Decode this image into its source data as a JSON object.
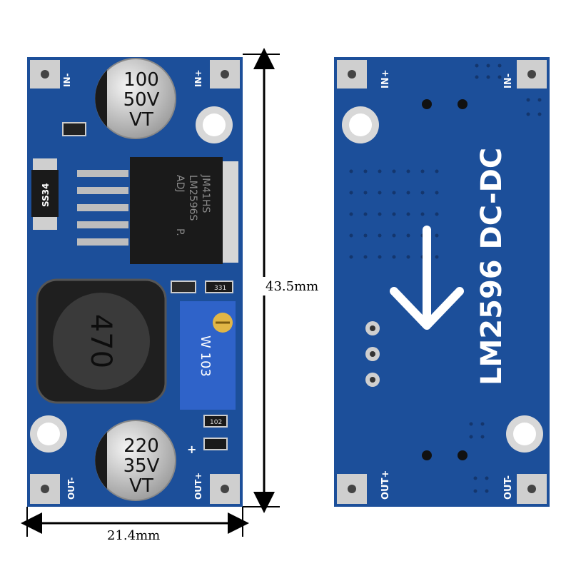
{
  "colors": {
    "pcb": "#1c4f9a",
    "pcb_dark": "#163f7e",
    "pad": "#cfcfcf",
    "chip": "#1a1a1a",
    "trimmer": "#2f63c9",
    "silkscreen": "#ffffff"
  },
  "front": {
    "cap_in": {
      "line1": "100",
      "line2": "50V",
      "line3": "VT"
    },
    "cap_out": {
      "line1": "220",
      "line2": "35V",
      "line3": "VT"
    },
    "diode_label": "SS34",
    "chip_lines": [
      "JM41HS",
      "LM2596S",
      "ADJ",
      "P."
    ],
    "inductor_label": "470",
    "trimmer_label": "W 103",
    "small_part_1": "331",
    "small_part_2": "102",
    "labels": {
      "in_minus": "IN-",
      "in_plus": "IN+",
      "out_minus": "OUT-",
      "out_plus": "OUT+",
      "plus": "+"
    }
  },
  "back": {
    "title": "LM2596 DC-DC",
    "labels": {
      "in_plus": "IN+",
      "in_minus": "IN-",
      "out_plus": "OUT+",
      "out_minus": "OUT-"
    },
    "arrow_icon": "arrow-down-icon"
  },
  "dimensions": {
    "height": "43.5mm",
    "width": "21.4mm"
  }
}
